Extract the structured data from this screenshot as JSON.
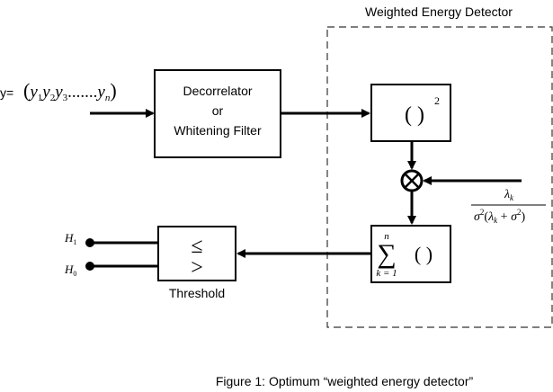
{
  "detector": {
    "title": "Weighted Energy Detector"
  },
  "input": {
    "prefix": "y=",
    "open_paren": "(",
    "y": "y",
    "sub1": "1",
    "sub2": "2",
    "sub3": "3",
    "dots": ".......",
    "subn": "n",
    "close_paren": ")"
  },
  "decorrelator": {
    "line1": "Decorrelator",
    "line2": "or",
    "line3": "Whitening Filter"
  },
  "square_block": {
    "parens": "( )",
    "exponent": "2"
  },
  "weight": {
    "numerator": "λ",
    "numerator_sub": "k",
    "denominator_sigma": "σ",
    "denominator_sq": "2",
    "denominator_open": "(",
    "denominator_lambda": "λ",
    "denominator_lambda_sub": "k",
    "denominator_plus": " + ",
    "denominator_sigma2": "σ",
    "denominator_sq2": "2",
    "denominator_close": ")"
  },
  "sum_block": {
    "upper": "n",
    "symbol": "∑",
    "lower": "k = 1",
    "parens": "( )"
  },
  "threshold": {
    "symbol_top": "≤",
    "symbol_bottom": ">",
    "label": "Threshold"
  },
  "hypotheses": {
    "h1": "H",
    "h1_sub": "1",
    "h0": "H",
    "h0_sub": "0"
  },
  "caption": "Figure 1: Optimum “weighted energy detector”"
}
